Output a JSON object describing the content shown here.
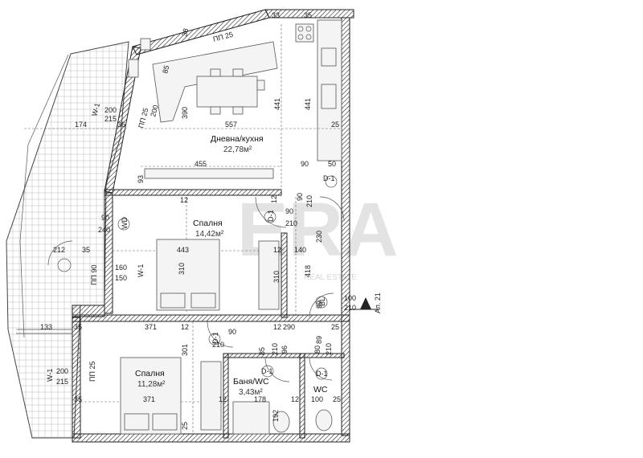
{
  "watermark": {
    "text": "ERA",
    "subtext": "REAL ESTATE"
  },
  "apartment_label": "Ап. 21",
  "rooms": [
    {
      "id": "living",
      "name": "Дневна/кухня",
      "area": "22,78м²"
    },
    {
      "id": "bedroom1",
      "name": "Спалня",
      "area": "14,42м²"
    },
    {
      "id": "bedroom2",
      "name": "Спалня",
      "area": "11,28м²"
    },
    {
      "id": "bath",
      "name": "Баня/WC",
      "area": "3,43м²"
    },
    {
      "id": "wc",
      "name": "WC",
      "area": ""
    }
  ],
  "openings": {
    "w1_a": "W-1",
    "w1_b": "W-1",
    "w1_c": "W-1",
    "pp25_a": "ПП 25",
    "pp25_b": "ПП 25",
    "pp25_c": "ПП 25",
    "pp90": "ПП 90",
    "wd": "WD",
    "bl": "BL",
    "d1_a": "D-1",
    "d1_b": "D-1",
    "d1_c": "D-1",
    "d1_d": "D-1",
    "d1_e": "D-1"
  },
  "dimensions": {
    "d33": "33",
    "d35a": "35",
    "d38": "38",
    "d85a": "85",
    "d200a": "200",
    "d215a": "215",
    "d36": "36",
    "d174": "174",
    "d557": "557",
    "d25a": "25",
    "d390": "390",
    "d441a": "441",
    "d441b": "441",
    "d200b": "200",
    "d93": "93",
    "d455": "455",
    "d90a": "90",
    "d50": "50",
    "d12a": "12",
    "d90b": "90",
    "d210a": "210",
    "d12b": "12",
    "d90c": "90",
    "d210b": "210",
    "d90d": "90",
    "d240": "240",
    "d230": "230",
    "d212": "212",
    "d35b": "35",
    "d443": "443",
    "d12c": "12",
    "d140": "140",
    "d160": "160",
    "d150": "150",
    "d310a": "310",
    "d310b": "310",
    "d418": "418",
    "d99": "99",
    "d100a": "100",
    "d210c": "210",
    "d133": "133",
    "d35c": "35",
    "d371a": "371",
    "d12d": "12",
    "d290": "290",
    "d12e": "12",
    "d25b": "25",
    "d90e": "90",
    "d210d": "210",
    "d301": "301",
    "d85b": "85",
    "d210e": "210",
    "d96": "96",
    "d80": "80",
    "d89": "89",
    "d210f": "210",
    "d200c": "200",
    "d215b": "215",
    "d35d": "35",
    "d371b": "371",
    "d12f": "12",
    "d178": "178",
    "d12g": "12",
    "d100b": "100",
    "d25c": "25",
    "d192": "192",
    "d25d": "25"
  }
}
